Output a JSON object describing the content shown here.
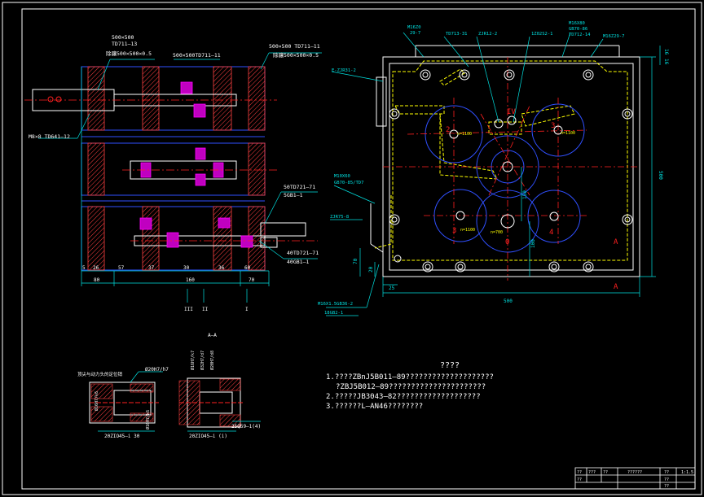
{
  "colors": {
    "white": "#ffffff",
    "cyan": "#00ffff",
    "red": "#ff2020",
    "yellow": "#ffff00",
    "blue": "#3050ff",
    "magenta": "#ff00ff",
    "green": "#00c000",
    "hatch": "#ff4040",
    "dim": "#00e0e0"
  },
  "left_view": {
    "labels_top": [
      "500×500",
      "TD711—13",
      "除骧500×500×0.5",
      "500×500TD711—11",
      "500×500 TD711—11",
      "除骧500×500×0.5"
    ],
    "label_m8": "M8×8 TD641—12",
    "label_50td": "50TD721—71",
    "label_5gb": "5GB1—1",
    "label_40td": "40TD721—71",
    "label_40gb": "40GB1—1",
    "dims_bottom": [
      "5",
      "26",
      "57",
      "37",
      "30",
      "36",
      "60"
    ],
    "dims_overall": [
      "80",
      "160",
      "70"
    ],
    "roman": [
      "III",
      "II",
      "I"
    ]
  },
  "right_view": {
    "labels": [
      "M16Z0",
      "29-7",
      "TD713-31",
      "ZJR12-2",
      "1Z02S2-1",
      "GB70-86",
      "M16X80",
      "TD712-14",
      "M16Z29-7",
      "E-ZJR31-2",
      "M10X60",
      "GB70-85/TD7",
      "ZJR75-8",
      "M16X1.5GB36-2",
      "18GB2-1"
    ],
    "ratios": [
      "n=1100",
      "n=1100",
      "n=700",
      "n=1100"
    ],
    "dim_right": "500",
    "dim_bottom": "500",
    "dim_left_70": "70",
    "dim_left_20": "20",
    "dim_25": "25",
    "dim_150": "150",
    "dim_100": "100",
    "dim_top_right": [
      "16",
      "16"
    ]
  },
  "section_aa": {
    "title": "A—A",
    "caption_left": "顶尖与动力头的定位销",
    "labels": [
      "Ø20H7/h7",
      "Ø16H7/k6",
      "Ø32H7/d7",
      "Ø20H7/d8",
      "Ø16H7/k7",
      "Ø16H7/k6",
      "20ZIO45—i 30",
      "20ZIO45—i (i)",
      "25Q59—1(4)"
    ]
  },
  "notes": {
    "title": "????",
    "lines": [
      "1.????ZBnJ5B011—89????????????????????",
      "?ZBJ5B012—89??????????????????????",
      "2.?????JB3043—82???????????????????",
      "3.??????L—AN46????????"
    ]
  },
  "title_block": {
    "cells": [
      "??",
      "???",
      "??",
      "??????",
      "??",
      "1:1.5",
      "??",
      "??",
      "??"
    ]
  }
}
